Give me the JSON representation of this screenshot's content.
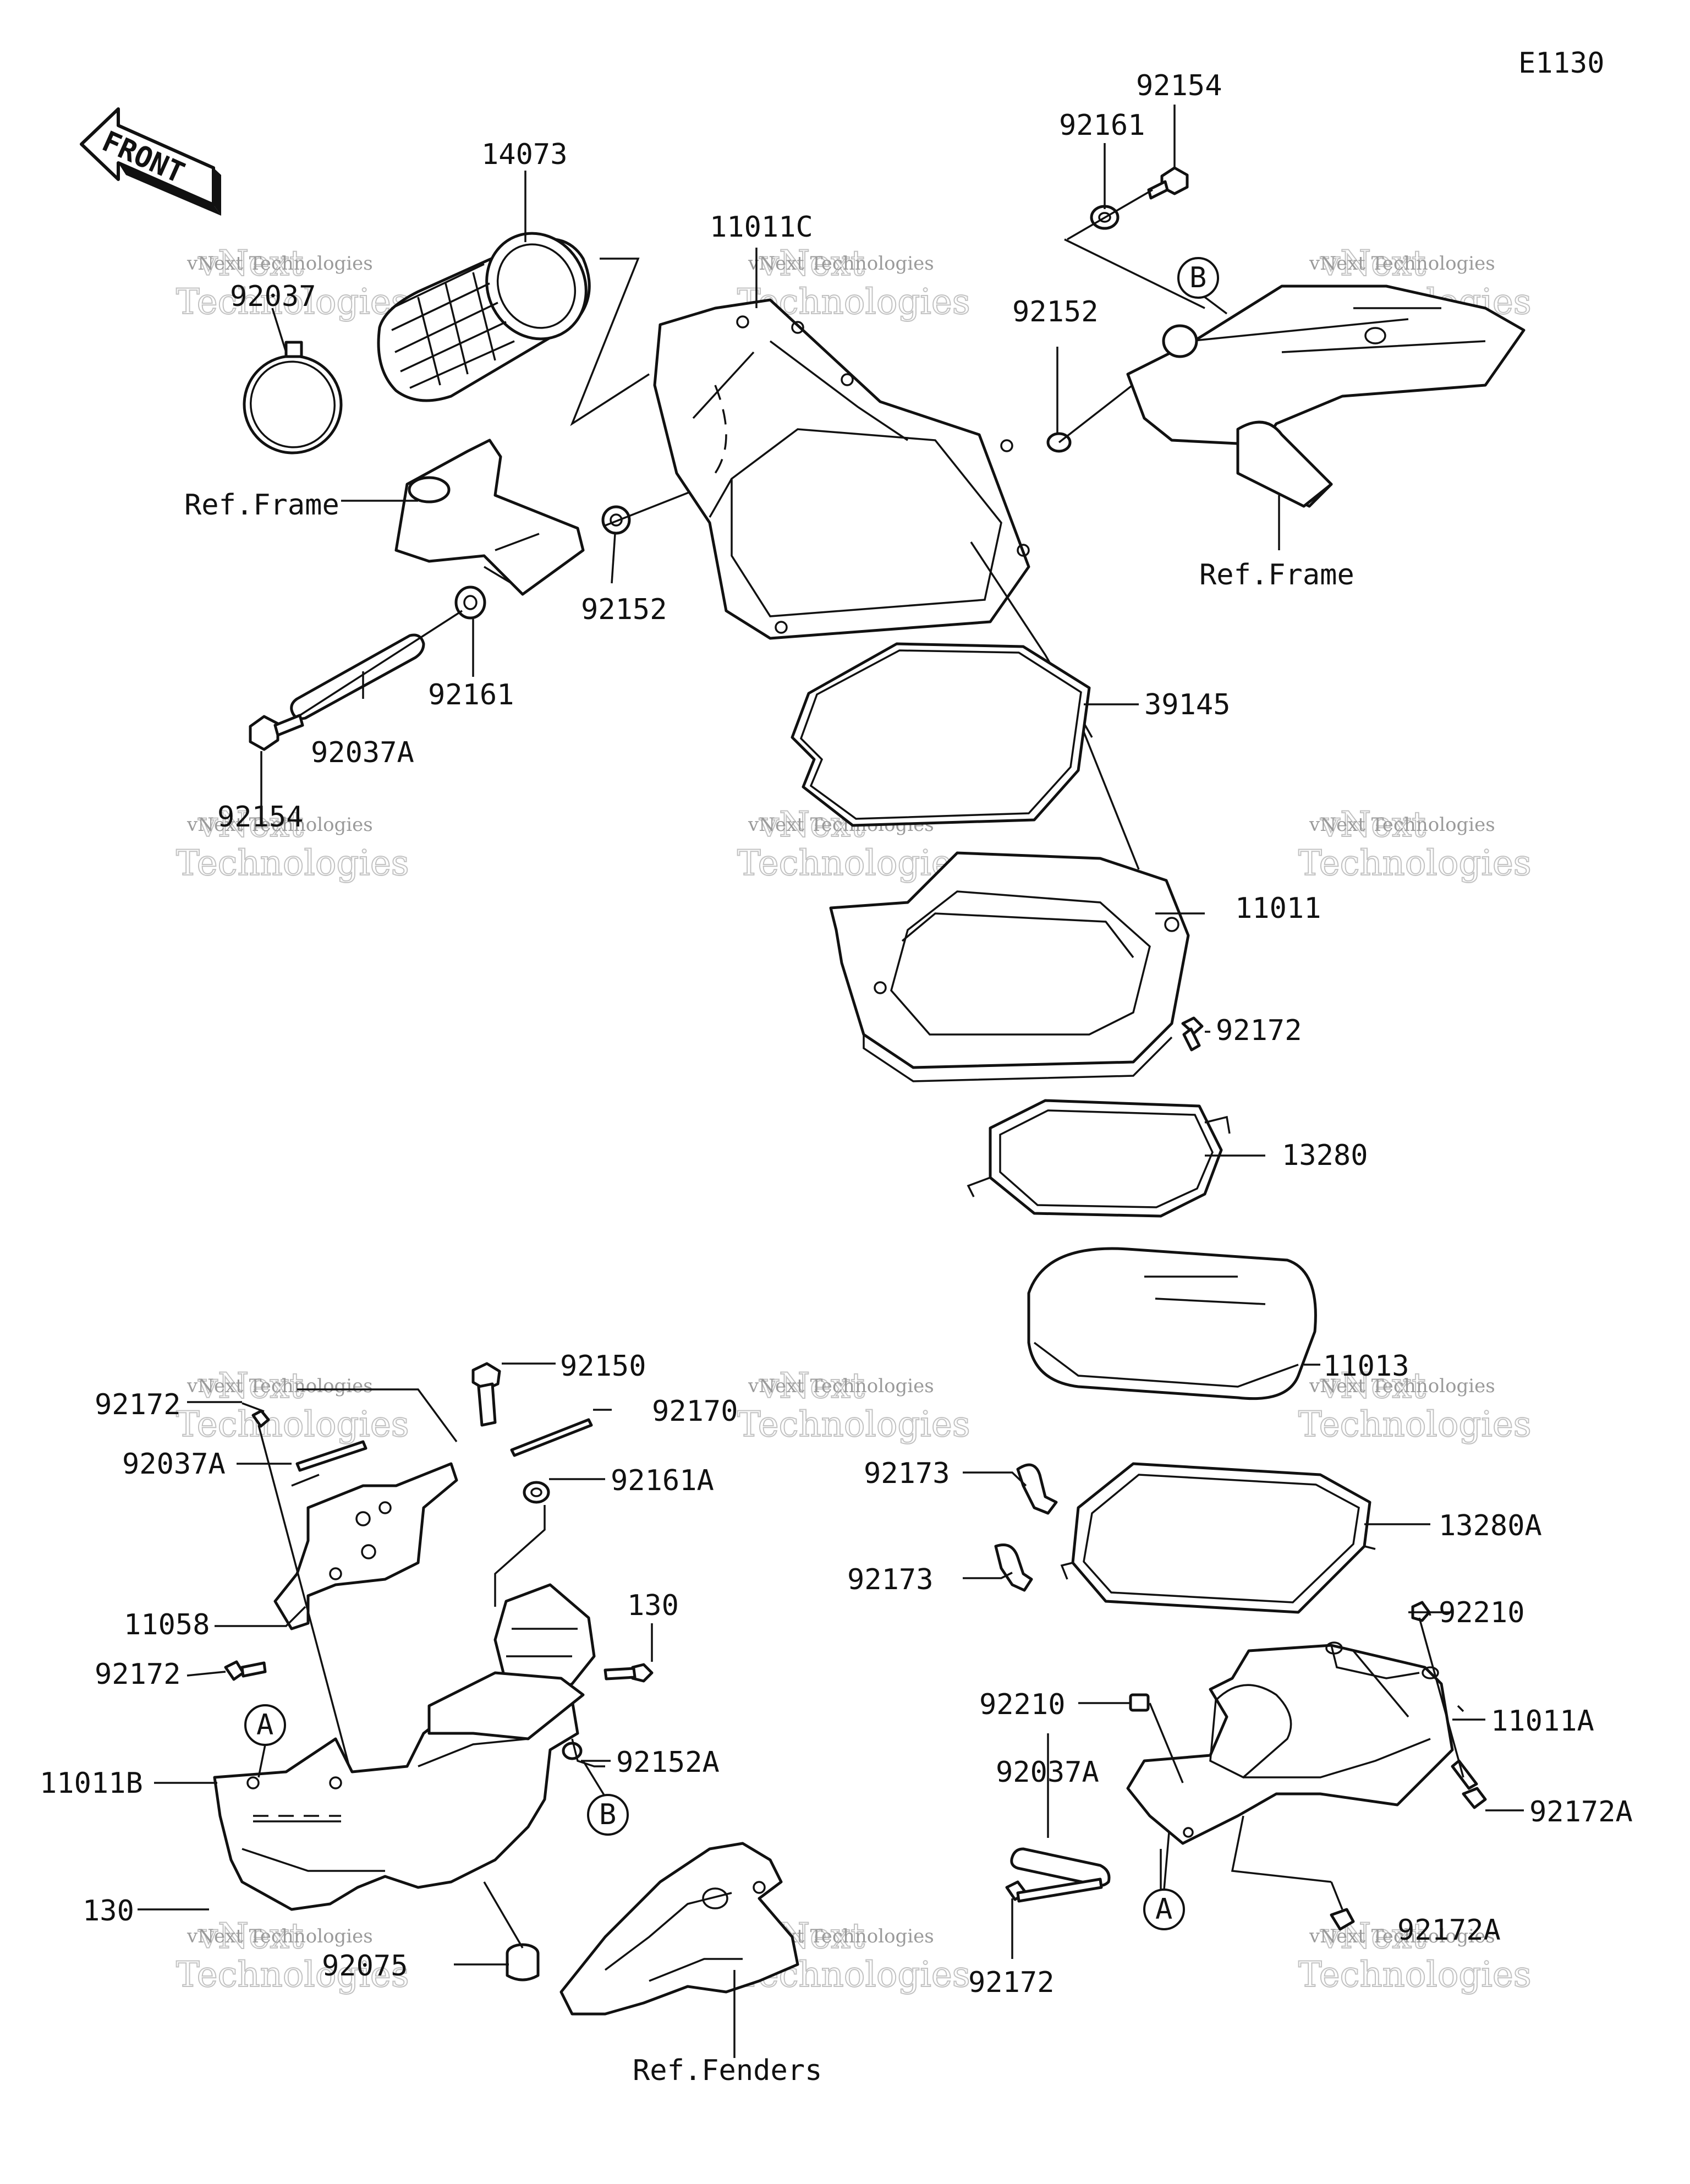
{
  "diagram_code": "E1130",
  "front_arrow_label": "FRONT",
  "watermark": {
    "line1": "vNext Technologies",
    "line2": "vNext",
    "line3": "Technologies"
  },
  "callouts": {
    "ref_b_top": "B",
    "ref_a_left": "A",
    "ref_b_mid": "B",
    "ref_a_bottom": "A"
  },
  "labels": {
    "p92154_top": "92154",
    "p92161_top": "92161",
    "p14073": "14073",
    "p11011C": "11011C",
    "p92037": "92037",
    "p92152_top": "92152",
    "ref_frame_left": "Ref.Frame",
    "ref_frame_right": "Ref.Frame",
    "p92152_mid": "92152",
    "p92161_mid": "92161",
    "p92037A_top": "92037A",
    "p92154_bottom": "92154",
    "p39145": "39145",
    "p11011": "11011",
    "p92172_mid": "92172",
    "p13280": "13280",
    "p11013": "11013",
    "p92150": "92150",
    "p92170": "92170",
    "p92172_left_top": "92172",
    "p92161A": "92161A",
    "p92037A_left": "92037A",
    "p130_right": "130",
    "p11058": "11058",
    "p92172_left_mid": "92172",
    "p92152A": "92152A",
    "p11011B": "11011B",
    "p130_left": "130",
    "p92075": "92075",
    "ref_fenders": "Ref.Fenders",
    "p92173_top": "92173",
    "p92173_bottom": "92173",
    "p13280A": "13280A",
    "p92210_right": "92210",
    "p92210_left": "92210",
    "p11011A": "11011A",
    "p92037A_right": "92037A",
    "p92172A_right": "92172A",
    "p92172_bottom": "92172",
    "p92172A_bottom": "92172A"
  }
}
